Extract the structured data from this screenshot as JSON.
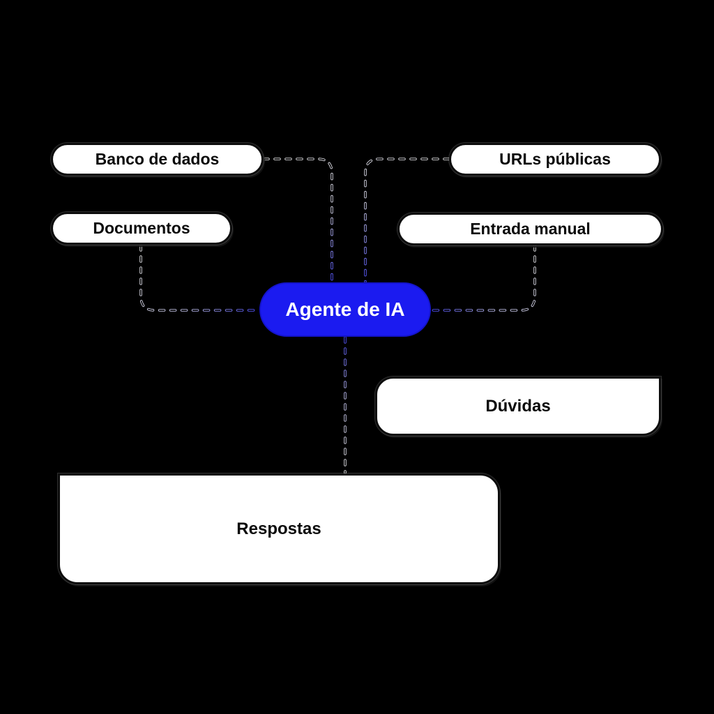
{
  "diagram": {
    "type": "mind-map",
    "background_color": "#000000",
    "accent_blue": "#1b1bf0",
    "center_node": {
      "label": "Agente de IA",
      "fill": "#1b1bf0",
      "text_color": "#ffffff"
    },
    "nodes": {
      "banco_de_dados": {
        "label": "Banco de dados",
        "shape": "pill",
        "fill": "#ffffff"
      },
      "urls_publicas": {
        "label": "URLs públicas",
        "shape": "pill",
        "fill": "#ffffff"
      },
      "documentos": {
        "label": "Documentos",
        "shape": "pill",
        "fill": "#ffffff"
      },
      "entrada_manual": {
        "label": "Entrada manual",
        "shape": "pill",
        "fill": "#ffffff"
      },
      "agente_ia": {
        "label": "Agente de IA",
        "shape": "pill",
        "fill": "#1b1bf0"
      },
      "duvidas": {
        "label": "Dúvidas",
        "shape": "card",
        "fill": "#ffffff"
      },
      "respostas": {
        "label": "Respostas",
        "shape": "card",
        "fill": "#ffffff"
      }
    },
    "edges": [
      {
        "from": "banco_de_dados",
        "to": "agente_ia",
        "style": "dashed"
      },
      {
        "from": "urls_publicas",
        "to": "agente_ia",
        "style": "dashed"
      },
      {
        "from": "documentos",
        "to": "agente_ia",
        "style": "dashed"
      },
      {
        "from": "entrada_manual",
        "to": "agente_ia",
        "style": "dashed"
      },
      {
        "from": "agente_ia",
        "to": "respostas",
        "style": "dashed"
      }
    ]
  }
}
